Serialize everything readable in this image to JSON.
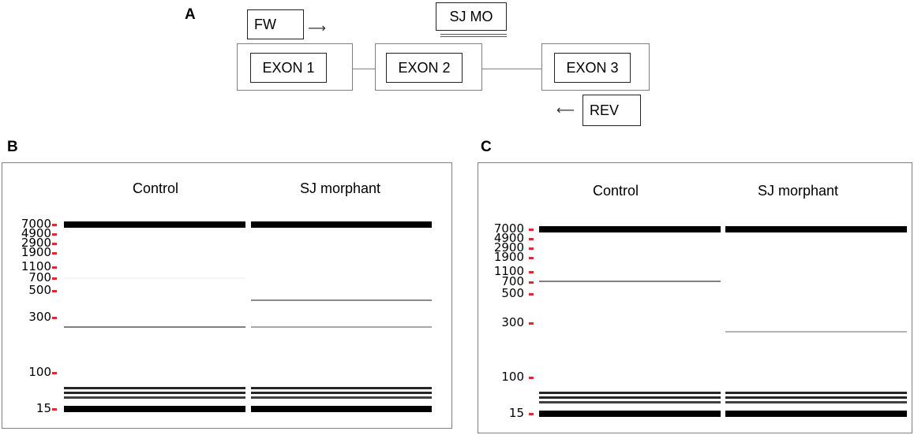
{
  "panels": {
    "a": {
      "letter": "A"
    },
    "b": {
      "letter": "B"
    },
    "c": {
      "letter": "C"
    }
  },
  "diagram": {
    "fw_label": "FW",
    "rev_label": "REV",
    "mo_label": "SJ MO",
    "exons": [
      "EXON 1",
      "EXON 2",
      "EXON 3"
    ],
    "fw_arrow_icon": "arrow-right-icon",
    "rev_arrow_icon": "arrow-left-icon"
  },
  "colors": {
    "ladder_tick": "#e8262a",
    "frame": "#7f7f7f"
  },
  "gels": [
    {
      "id": "gel-b",
      "lanes": [
        "Control",
        "SJ morphant"
      ],
      "ladder": [
        "7000",
        "4900",
        "2900",
        "1900",
        "1100",
        "700",
        "500",
        "300",
        "100",
        "15"
      ],
      "bands": [
        {
          "lane": 0,
          "size_bp": 7000,
          "intensity": 1.0
        },
        {
          "lane": 1,
          "size_bp": 7000,
          "intensity": 1.0
        },
        {
          "lane": 0,
          "size_bp": 700,
          "intensity": 0.04
        },
        {
          "lane": 1,
          "size_bp": 420,
          "intensity": 0.45
        },
        {
          "lane": 0,
          "size_bp": 250,
          "intensity": 0.5
        },
        {
          "lane": 1,
          "size_bp": 250,
          "intensity": 0.35
        },
        {
          "lane": 0,
          "size_bp": 45,
          "intensity": 0.85
        },
        {
          "lane": 1,
          "size_bp": 45,
          "intensity": 0.85
        },
        {
          "lane": 0,
          "size_bp": 35,
          "intensity": 0.85
        },
        {
          "lane": 1,
          "size_bp": 35,
          "intensity": 0.85
        },
        {
          "lane": 0,
          "size_bp": 27,
          "intensity": 0.75
        },
        {
          "lane": 1,
          "size_bp": 27,
          "intensity": 0.75
        },
        {
          "lane": 0,
          "size_bp": 15,
          "intensity": 1.0
        },
        {
          "lane": 1,
          "size_bp": 15,
          "intensity": 1.0
        }
      ]
    },
    {
      "id": "gel-c",
      "lanes": [
        "Control",
        "SJ morphant"
      ],
      "ladder": [
        "7000",
        "4900",
        "2900",
        "1900",
        "1100",
        "700",
        "500",
        "300",
        "100",
        "15"
      ],
      "bands": [
        {
          "lane": 0,
          "size_bp": 7000,
          "intensity": 1.0
        },
        {
          "lane": 1,
          "size_bp": 7000,
          "intensity": 1.0
        },
        {
          "lane": 0,
          "size_bp": 720,
          "intensity": 0.5
        },
        {
          "lane": 1,
          "size_bp": 250,
          "intensity": 0.3
        },
        {
          "lane": 0,
          "size_bp": 45,
          "intensity": 0.85
        },
        {
          "lane": 1,
          "size_bp": 45,
          "intensity": 0.85
        },
        {
          "lane": 0,
          "size_bp": 35,
          "intensity": 0.85
        },
        {
          "lane": 1,
          "size_bp": 35,
          "intensity": 0.85
        },
        {
          "lane": 0,
          "size_bp": 27,
          "intensity": 0.75
        },
        {
          "lane": 1,
          "size_bp": 27,
          "intensity": 0.75
        },
        {
          "lane": 0,
          "size_bp": 15,
          "intensity": 1.0
        },
        {
          "lane": 1,
          "size_bp": 15,
          "intensity": 1.0
        }
      ]
    }
  ]
}
